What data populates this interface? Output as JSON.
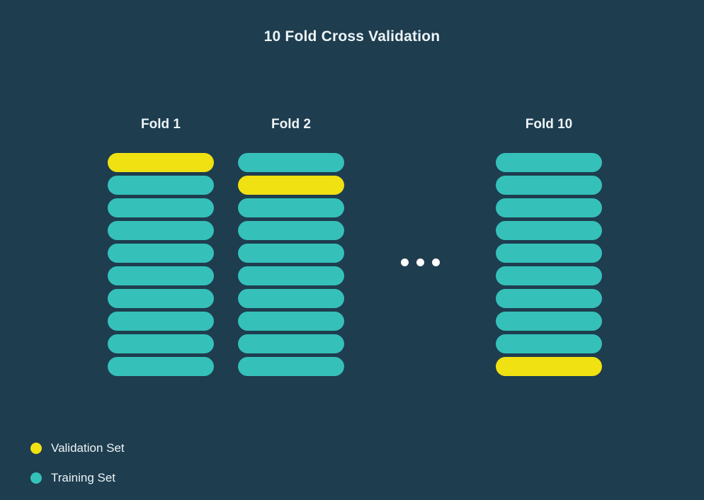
{
  "title": "10 Fold Cross Validation",
  "colors": {
    "background": "#1e3d4f",
    "training": "#35c1ba",
    "validation": "#f0e112",
    "text": "#edf4f7"
  },
  "folds": [
    {
      "label": "Fold 1",
      "validation_index": 0,
      "bars": [
        "validation",
        "training",
        "training",
        "training",
        "training",
        "training",
        "training",
        "training",
        "training",
        "training"
      ]
    },
    {
      "label": "Fold 2",
      "validation_index": 1,
      "bars": [
        "training",
        "validation",
        "training",
        "training",
        "training",
        "training",
        "training",
        "training",
        "training",
        "training"
      ]
    },
    {
      "label": "Fold 10",
      "validation_index": 9,
      "bars": [
        "training",
        "training",
        "training",
        "training",
        "training",
        "training",
        "training",
        "training",
        "training",
        "validation"
      ]
    }
  ],
  "ellipsis": {
    "icon": "ellipsis-dots",
    "dot_count": 3
  },
  "legend": [
    {
      "label": "Validation Set",
      "color": "#f0e112"
    },
    {
      "label": "Training Set",
      "color": "#35c1ba"
    }
  ]
}
